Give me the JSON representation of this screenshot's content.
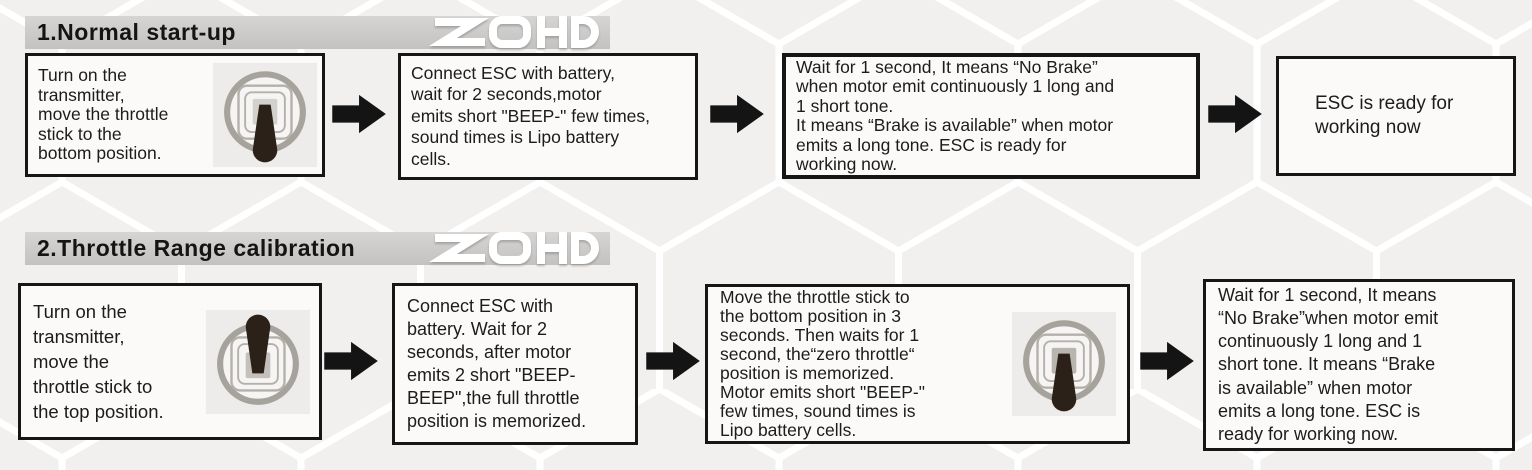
{
  "colors": {
    "page_background": "#f1f0ee",
    "hex_pattern_line": "#ffffff",
    "title_bar": "#c7c6c4",
    "box_background": "#fbfaf8",
    "box_border": "#161616",
    "arrow": "#141414",
    "logo": "#ffffff",
    "stick": "#2b2119",
    "stick_ring": "#a6a39d"
  },
  "icons": {
    "arrow": "arrow-right-icon",
    "stick_down": "throttle-stick-down-illustration",
    "stick_up": "throttle-stick-up-illustration"
  },
  "sections": [
    {
      "title": "1.Normal start-up",
      "brand": "ZOHD",
      "steps": [
        {
          "text": "Turn on the\ntransmitter,\nmove the throttle\nstick to the\nbottom position."
        },
        {
          "text": "Connect ESC with battery,\nwait for 2 seconds,motor\nemits short \"BEEP-\" few times,\nsound times is Lipo battery\ncells."
        },
        {
          "text": "Wait for 1 second, It means “No Brake”\nwhen motor emit continuously 1 long and\n1 short tone.\nIt means “Brake is available” when motor\nemits a long tone. ESC is ready for\nworking now."
        },
        {
          "text": "ESC is ready for\nworking now"
        }
      ]
    },
    {
      "title": "2.Throttle Range calibration",
      "brand": "ZOHD",
      "steps": [
        {
          "text": "Turn on the\ntransmitter,\nmove the\nthrottle stick to\nthe top position."
        },
        {
          "text": "Connect ESC with\nbattery. Wait for 2\nseconds, after motor\nemits 2 short \"BEEP-\nBEEP\",the full throttle\nposition is memorized."
        },
        {
          "text": "Move the throttle stick to\nthe bottom position in 3\nseconds. Then waits for 1\nsecond, the“zero throttle“\nposition is memorized.\nMotor emits short \"BEEP-\"\nfew times, sound times is\nLipo battery cells."
        },
        {
          "text": "Wait for 1 second, It means\n“No Brake”when motor emit\ncontinuously 1 long and 1\nshort tone. It means “Brake\nis available” when motor\nemits a long tone. ESC is\nready for working now."
        }
      ]
    }
  ]
}
